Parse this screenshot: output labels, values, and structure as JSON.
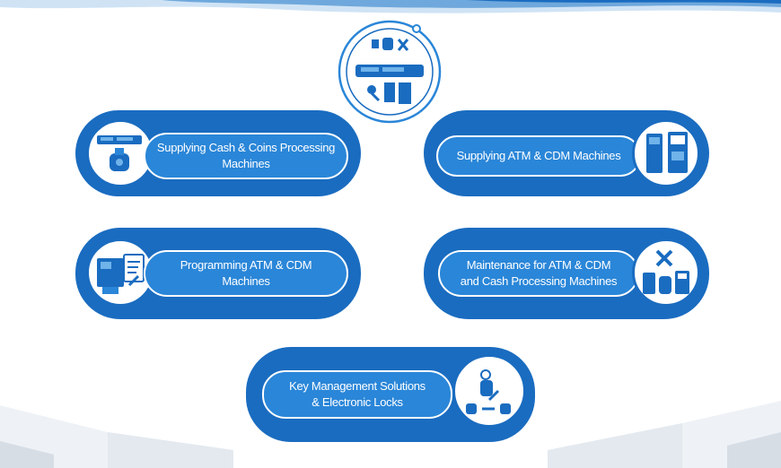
{
  "colors": {
    "primary": "#1a6cc0",
    "pill": "#2a86d8",
    "text": "#ffffff"
  },
  "hub": {
    "icon": "services-collage-icon"
  },
  "cards": [
    {
      "label_line1": "Supplying Cash & Coins Processing",
      "label_line2": "Machines",
      "icon": "cash-counter-icon"
    },
    {
      "label_line1": "Supplying ATM & CDM Machines",
      "label_line2": "",
      "icon": "atm-cdm-icon"
    },
    {
      "label_line1": "Programming ATM & CDM",
      "label_line2": "Machines",
      "icon": "atm-programming-icon"
    },
    {
      "label_line1": "Maintenance for ATM & CDM",
      "label_line2": "and Cash Processing Machines",
      "icon": "maintenance-tools-icon"
    },
    {
      "label_line1": "Key Management Solutions",
      "label_line2": "& Electronic Locks",
      "icon": "keys-locks-icon"
    }
  ]
}
